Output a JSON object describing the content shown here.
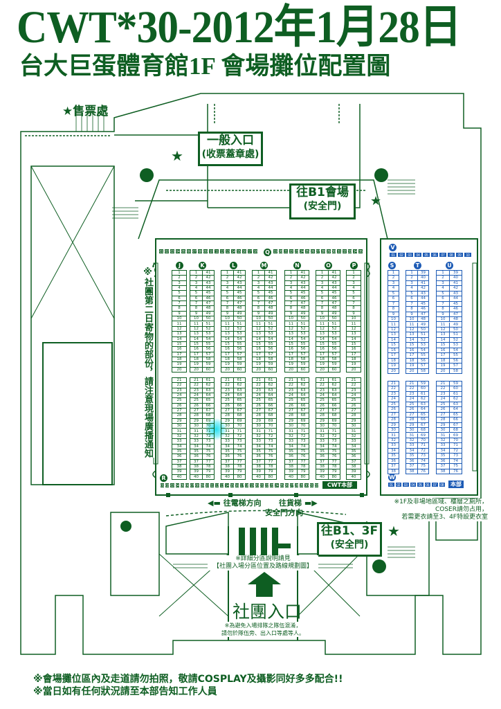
{
  "header": {
    "title": "CWT*30-2012年1月28日",
    "subtitle": "台大巨蛋體育館1F 會場攤位配置圖"
  },
  "colors": {
    "green": "#0e5e22",
    "blue": "#1d5bb5",
    "highlight": "#28e0f0"
  },
  "landmarks": {
    "ticket_office": "售票處",
    "general_entrance": {
      "line1": "一般入口",
      "line2": "(收票蓋章處)"
    },
    "to_b1_venue": {
      "line1": "往B1會場",
      "line2": "(安全門)"
    },
    "to_b1_3f": {
      "line1": "往B1、3F",
      "line2": "(安全門)"
    },
    "elevator_direction": "往電梯方向",
    "freight_elevator": "往貨梯",
    "safety_door_direction": "安全門方向",
    "circle_entrance": "社團入口",
    "cwt_hq": "CWT本部",
    "hq": "本部",
    "star_icon": "star-icon",
    "arrow_icon": "arrow-up-icon"
  },
  "notes": {
    "vertical_notice": "※社團第二日寄物的部份，請注意現場廣播通知",
    "restroom_notice": [
      "※1F及非場地區域、樓層之廁所，",
      "COSER請勿占用，",
      "若需更衣請至3、4F特設更衣室"
    ],
    "details_notice": [
      "※詳細分區說明請見",
      "【社團入場分區位置及路線規劃圖】"
    ],
    "queue_notice": [
      "※為避免入場排隊之隊伍混淆，",
      "請勿於隊伍旁、出入口等處等人。"
    ],
    "footer": [
      "※會場攤位區內及走道請勿拍照，敬請COSPLAY及攝影同好多多配合!!",
      "※當日如有任何狀況請至本部告知工作人員"
    ]
  },
  "seat_areas": {
    "green_columns": [
      {
        "label": "J",
        "blocks": [
          {
            "from": 1,
            "to": 20
          },
          {
            "from": 21,
            "to": 40
          }
        ]
      },
      {
        "label": "K",
        "blocks": [
          {
            "from": 1,
            "to": 20,
            "from2": 41
          },
          {
            "from": 21,
            "to": 40,
            "from2": 61
          }
        ]
      },
      {
        "label": "L",
        "blocks": [
          {
            "from": 1,
            "to": 20,
            "from2": 41
          },
          {
            "from": 21,
            "to": 40,
            "from2": 61
          }
        ]
      },
      {
        "label": "M",
        "blocks": [
          {
            "from": 1,
            "to": 20,
            "from2": 41
          },
          {
            "from": 21,
            "to": 40,
            "from2": 61
          }
        ]
      },
      {
        "label": "N",
        "blocks": [
          {
            "from": 1,
            "to": 20,
            "from2": 41
          },
          {
            "from": 21,
            "to": 40,
            "from2": 61
          }
        ]
      },
      {
        "label": "O",
        "blocks": [
          {
            "from": 1,
            "to": 20,
            "from2": 41
          },
          {
            "from": 21,
            "to": 40,
            "from2": 61
          }
        ]
      },
      {
        "label": "P",
        "blocks": [
          {
            "from": 1,
            "to": 20
          },
          {
            "from": 21,
            "to": 40
          }
        ]
      }
    ],
    "blue_columns": [
      {
        "label": "S",
        "blocks": [
          {
            "from": 1,
            "to": 20
          },
          {
            "from": 21,
            "to": 38
          }
        ]
      },
      {
        "label": "T",
        "blocks": [
          {
            "from": 1,
            "to": 20,
            "from2": 39
          },
          {
            "from": 21,
            "to": 38,
            "from2": 59
          }
        ]
      },
      {
        "label": "U",
        "blocks": [
          {
            "from": 1,
            "to": 20,
            "from2": 39
          },
          {
            "from": 21,
            "to": 38,
            "from2": 59
          }
        ]
      }
    ],
    "rows": {
      "Q": {
        "label": "Q",
        "left": {
          "from": 1,
          "to": 18
        },
        "right": {
          "from": 19,
          "to": 35
        }
      },
      "R": {
        "label": "R",
        "from": 1,
        "to": 32
      },
      "V": {
        "label": "V",
        "from": 1,
        "to": 10
      },
      "W": {
        "label": "W",
        "from": 1,
        "to": 8
      }
    }
  }
}
